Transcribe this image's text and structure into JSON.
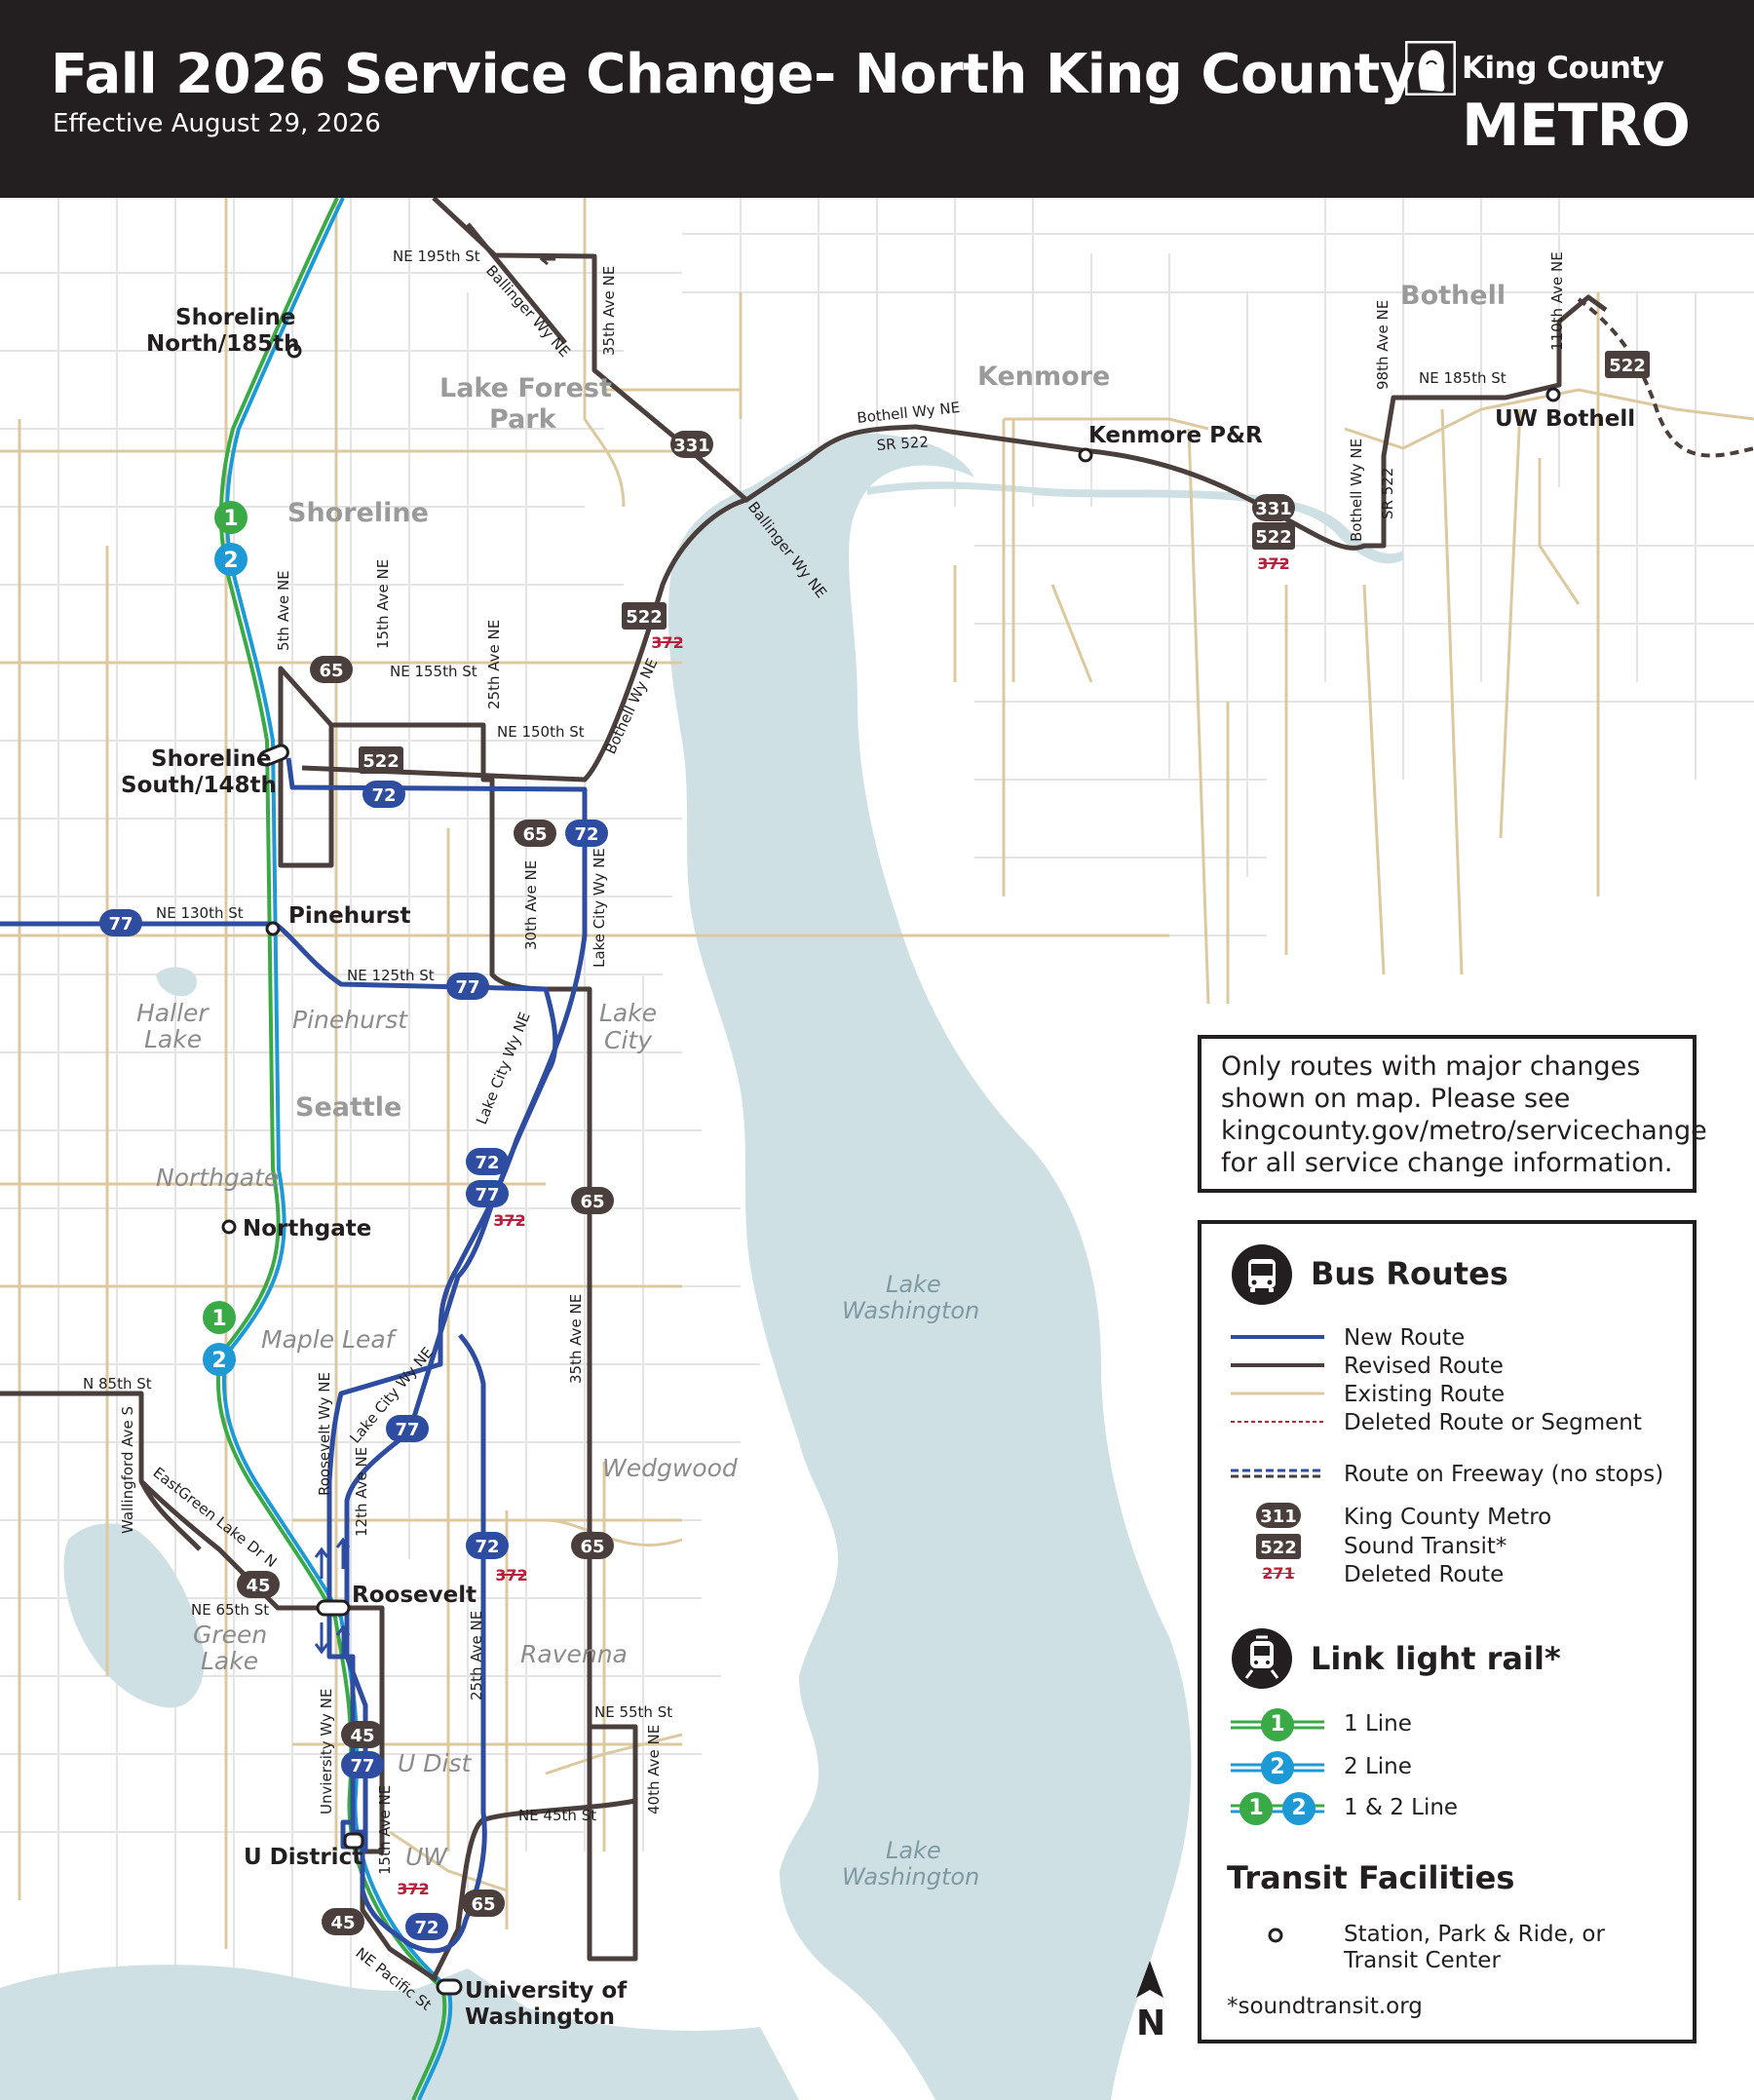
{
  "header": {
    "title": "Fall 2026 Service Change- North King County",
    "subtitle": "Effective August 29, 2026",
    "logo_top": "King County",
    "logo_bottom": "METRO"
  },
  "notice": {
    "lines": [
      "Only routes with major changes",
      "shown on map. Please see",
      "kingcounty.gov/metro/servicechange",
      "for all service change information."
    ]
  },
  "legend": {
    "bus_heading": "Bus Routes",
    "new_route": "New Route",
    "revised_route": "Revised Route",
    "existing_route": "Existing Route",
    "deleted_route_segment": "Deleted Route or Segment",
    "freeway": "Route on Freeway (no stops)",
    "metro_badge": "311",
    "metro_label": "King County Metro",
    "st_badge": "522",
    "st_label": "Sound Transit*",
    "deleted_badge": "271",
    "deleted_label": "Deleted Route",
    "rail_heading": "Link light rail*",
    "line1_label": "1 Line",
    "line2_label": "2 Line",
    "line12_label": "1 & 2 Line",
    "line1_num": "1",
    "line2_num": "2",
    "facilities_heading": "Transit Facilities",
    "facility_line1": "Station, Park & Ride, or",
    "facility_line2": "Transit Center",
    "footnote": "*soundtransit.org",
    "north_label": "N"
  },
  "map": {
    "colors": {
      "new_route": "#2e4da0",
      "revised_route": "#4a3f3d",
      "existing_route": "#dcc9a0",
      "deleted": "#b8203d",
      "line1": "#3aaa47",
      "line2": "#1d9ad6",
      "water": "#cfe0e5"
    },
    "places": {
      "bothell": "Bothell",
      "kenmore": "Kenmore",
      "lake_forest_park_1": "Lake Forest",
      "lake_forest_park_2": "Park",
      "shoreline": "Shoreline",
      "seattle": "Seattle",
      "haller_lake_1": "Haller",
      "haller_lake_2": "Lake",
      "pinehurst": "Pinehurst",
      "lake_city_1": "Lake",
      "lake_city_2": "City",
      "northgate": "Northgate",
      "maple_leaf": "Maple Leaf",
      "wedgwood": "Wedgwood",
      "green_lake_1": "Green",
      "green_lake_2": "Lake",
      "ravenna": "Ravenna",
      "u_dist": "U Dist",
      "uw": "UW",
      "lake_washington_1": "Lake",
      "lake_washington_2": "Washington"
    },
    "stations": {
      "shoreline_north_1": "Shoreline",
      "shoreline_north_2": "North/185th",
      "shoreline_south_1": "Shoreline",
      "shoreline_south_2": "South/148th",
      "pinehurst": "Pinehurst",
      "northgate": "Northgate",
      "roosevelt": "Roosevelt",
      "u_district": "U District",
      "uw_1": "University of",
      "uw_2": "Washington",
      "kenmore_pr": "Kenmore P&R",
      "uw_bothell": "UW Bothell"
    },
    "streets": {
      "ne_195th": "NE 195th St",
      "ballinger_1": "Ballinger Wy NE",
      "ballinger_2": "Ballinger Wy NE",
      "ave_35th_n": "35th Ave NE",
      "bothell_wy": "Bothell Wy NE",
      "sr522": "SR 522",
      "ne_185th": "NE 185th St",
      "ave_98th": "98th Ave NE",
      "ave_110th": "110th Ave NE",
      "bothell_wy_e": "Bothell Wy NE",
      "sr522_e": "SR 522",
      "ave_5th": "5th Ave NE",
      "ave_15th": "15th Ave NE",
      "ne_155th": "NE 155th St",
      "ave_25th_n": "25th Ave NE",
      "ne_150th": "NE 150th St",
      "bothell_wy_s": "Bothell Wy NE",
      "ne_130th": "NE 130th St",
      "ne_125th": "NE 125th St",
      "ave_30th": "30th Ave NE",
      "lake_city_wy_1": "Lake City Wy NE",
      "lake_city_wy_2": "Lake City Wy NE",
      "lake_city_wy_3": "Lake City Wy NE",
      "n_85th": "N 85th St",
      "wallingford": "Wallingford Ave S",
      "green_lake_dr": "EastGreen Lake Dr N",
      "roosevelt_wy": "Roosevelt Wy NE",
      "ave_12th": "12th Ave NE",
      "ave_35th_s": "35th Ave NE",
      "ne_65th": "NE 65th St",
      "ave_25th_s": "25th Ave NE",
      "ne_55th": "NE 55th St",
      "ave_40th": "40th Ave NE",
      "ne_45th": "NE 45th St",
      "university_wy": "Unviersity Wy NE",
      "ave_15th_s": "15th Ave NE",
      "ne_pacific": "NE Pacific St"
    },
    "badges": {
      "r331_a": "331",
      "r331_b": "331",
      "r522_a": "522",
      "r522_b": "522",
      "r522_c": "522",
      "r522_d": "522",
      "r65_a": "65",
      "r65_b": "65",
      "r65_c": "65",
      "r65_d": "65",
      "r65_e": "65",
      "r72_a": "72",
      "r72_b": "72",
      "r72_c": "72",
      "r72_d": "72",
      "r72_e": "72",
      "r77_a": "77",
      "r77_b": "77",
      "r77_c": "77",
      "r77_d": "77",
      "r77_e": "77",
      "r45_a": "45",
      "r45_b": "45",
      "r45_c": "45",
      "d372_a": "372",
      "d372_b": "372",
      "d372_c": "372",
      "d372_d": "372",
      "d372_e": "372",
      "line1_a": "1",
      "line2_a": "2",
      "line1_b": "1",
      "line2_b": "2"
    }
  }
}
